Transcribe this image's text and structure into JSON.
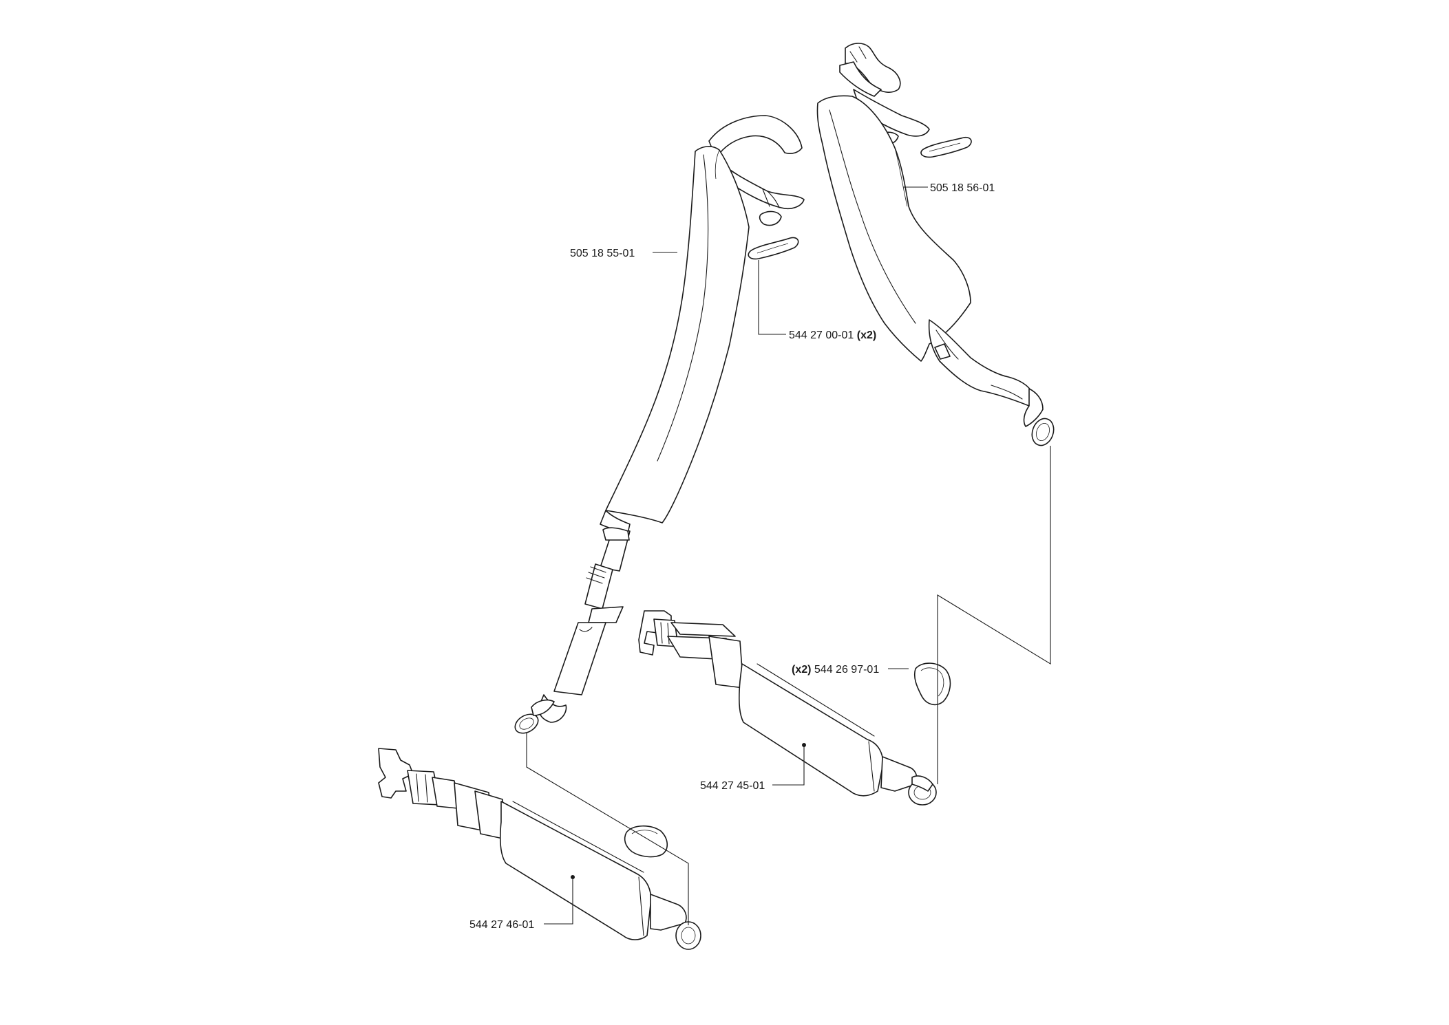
{
  "callouts": {
    "strap_left": {
      "part_number": "505 18 55-01",
      "qty": ""
    },
    "strap_right": {
      "part_number": "505 18 56-01",
      "qty": ""
    },
    "slide_clip": {
      "part_number": "544 27 00-01",
      "qty": "(x2)"
    },
    "d_ring": {
      "part_number": "544 26 97-01",
      "qty": "(x2)"
    },
    "chest_strap": {
      "part_number": "544 27 45-01",
      "qty": ""
    },
    "hip_strap": {
      "part_number": "544 27 46-01",
      "qty": ""
    }
  }
}
